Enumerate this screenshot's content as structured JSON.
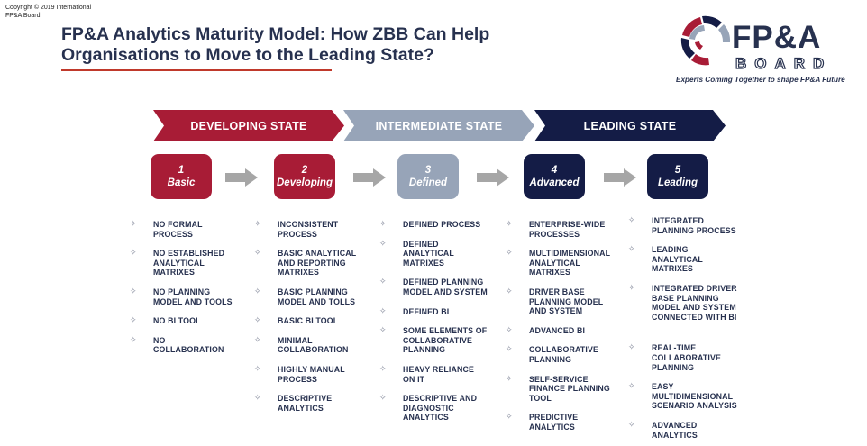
{
  "copyright": "Copyright © 2019 International FP&A Board",
  "title": "FP&A Analytics Maturity Model: How ZBB Can Help Organisations to Move to the Leading State?",
  "logo": {
    "main": "FP&A",
    "sub": "BOARD",
    "tagline": "Experts Coming Together to shape FP&A Future"
  },
  "colors": {
    "red": "#a81c36",
    "grey": "#97a4b8",
    "navy": "#141c46",
    "arrow": "#a6a6a6"
  },
  "bullet_icon": "✧",
  "states": [
    {
      "label": "DEVELOPING STATE",
      "color": "#a81c36"
    },
    {
      "label": "INTERMEDIATE STATE",
      "color": "#97a4b8"
    },
    {
      "label": "LEADING STATE",
      "color": "#141c46"
    }
  ],
  "stages": [
    {
      "num": "1",
      "name": "Basic",
      "color": "#a81c36",
      "items": [
        "NO FORMAL PROCESS",
        "NO ESTABLISHED ANALYTICAL MATRIXES",
        "NO PLANNING MODEL AND TOOLS",
        "NO BI TOOL",
        "NO COLLABORATION"
      ]
    },
    {
      "num": "2",
      "name": "Developing",
      "color": "#a81c36",
      "items": [
        "INCONSISTENT PROCESS",
        "BASIC ANALYTICAL AND REPORTING MATRIXES",
        "BASIC PLANNING MODEL AND TOLLS",
        "BASIC BI TOOL",
        "MINIMAL COLLABORATION",
        "HIGHLY MANUAL PROCESS",
        "DESCRIPTIVE ANALYTICS"
      ]
    },
    {
      "num": "3",
      "name": "Defined",
      "color": "#97a4b8",
      "items": [
        "DEFINED  PROCESS",
        "DEFINED ANALYTICAL MATRIXES",
        "DEFINED PLANNING MODEL AND SYSTEM",
        "DEFINED  BI",
        "SOME ELEMENTS OF COLLABORATIVE PLANNING",
        "HEAVY RELIANCE ON IT",
        "DESCRIPTIVE AND DIAGNOSTIC ANALYTICS"
      ]
    },
    {
      "num": "4",
      "name": "Advanced",
      "color": "#141c46",
      "items": [
        "ENTERPRISE-WIDE PROCESSES",
        "MULTIDIMENSIONAL ANALYTICAL MATRIXES",
        "DRIVER BASE PLANNING MODEL AND SYSTEM",
        "ADVANCED  BI",
        "COLLABORATIVE PLANNING",
        "SELF-SERVICE FINANCE PLANNING TOOL",
        "PREDICTIVE ANALYTICS"
      ]
    },
    {
      "num": "5",
      "name": "Leading",
      "color": "#141c46",
      "items": [
        "INTEGRATED PLANNING PROCESS",
        "LEADING ANALYTICAL MATRIXES",
        "INTEGRATED DRIVER BASE PLANNING MODEL AND SYSTEM CONNECTED WITH  BI",
        "REAL-TIME COLLABORATIVE PLANNING",
        "EASY MULTIDIMENSIONAL SCENARIO ANALYSIS",
        "ADVANCED ANALYTICS"
      ]
    }
  ]
}
